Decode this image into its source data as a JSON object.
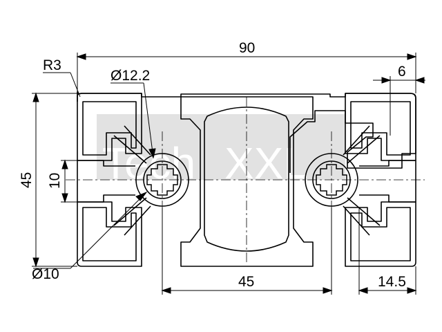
{
  "watermark": {
    "left": "Tech",
    "right": "XXL",
    "box_color": "#e2e2e2"
  },
  "dimensions": {
    "overall_width": "90",
    "overall_height": "45",
    "slot_width": "10",
    "corner_radius": "R3",
    "bore_diameter": "Ø12.2",
    "small_diameter": "Ø10",
    "center_spacing": "45",
    "slot_offset": "6",
    "edge_distance": "14.5"
  },
  "colors": {
    "line": "#000000",
    "background": "#ffffff"
  }
}
